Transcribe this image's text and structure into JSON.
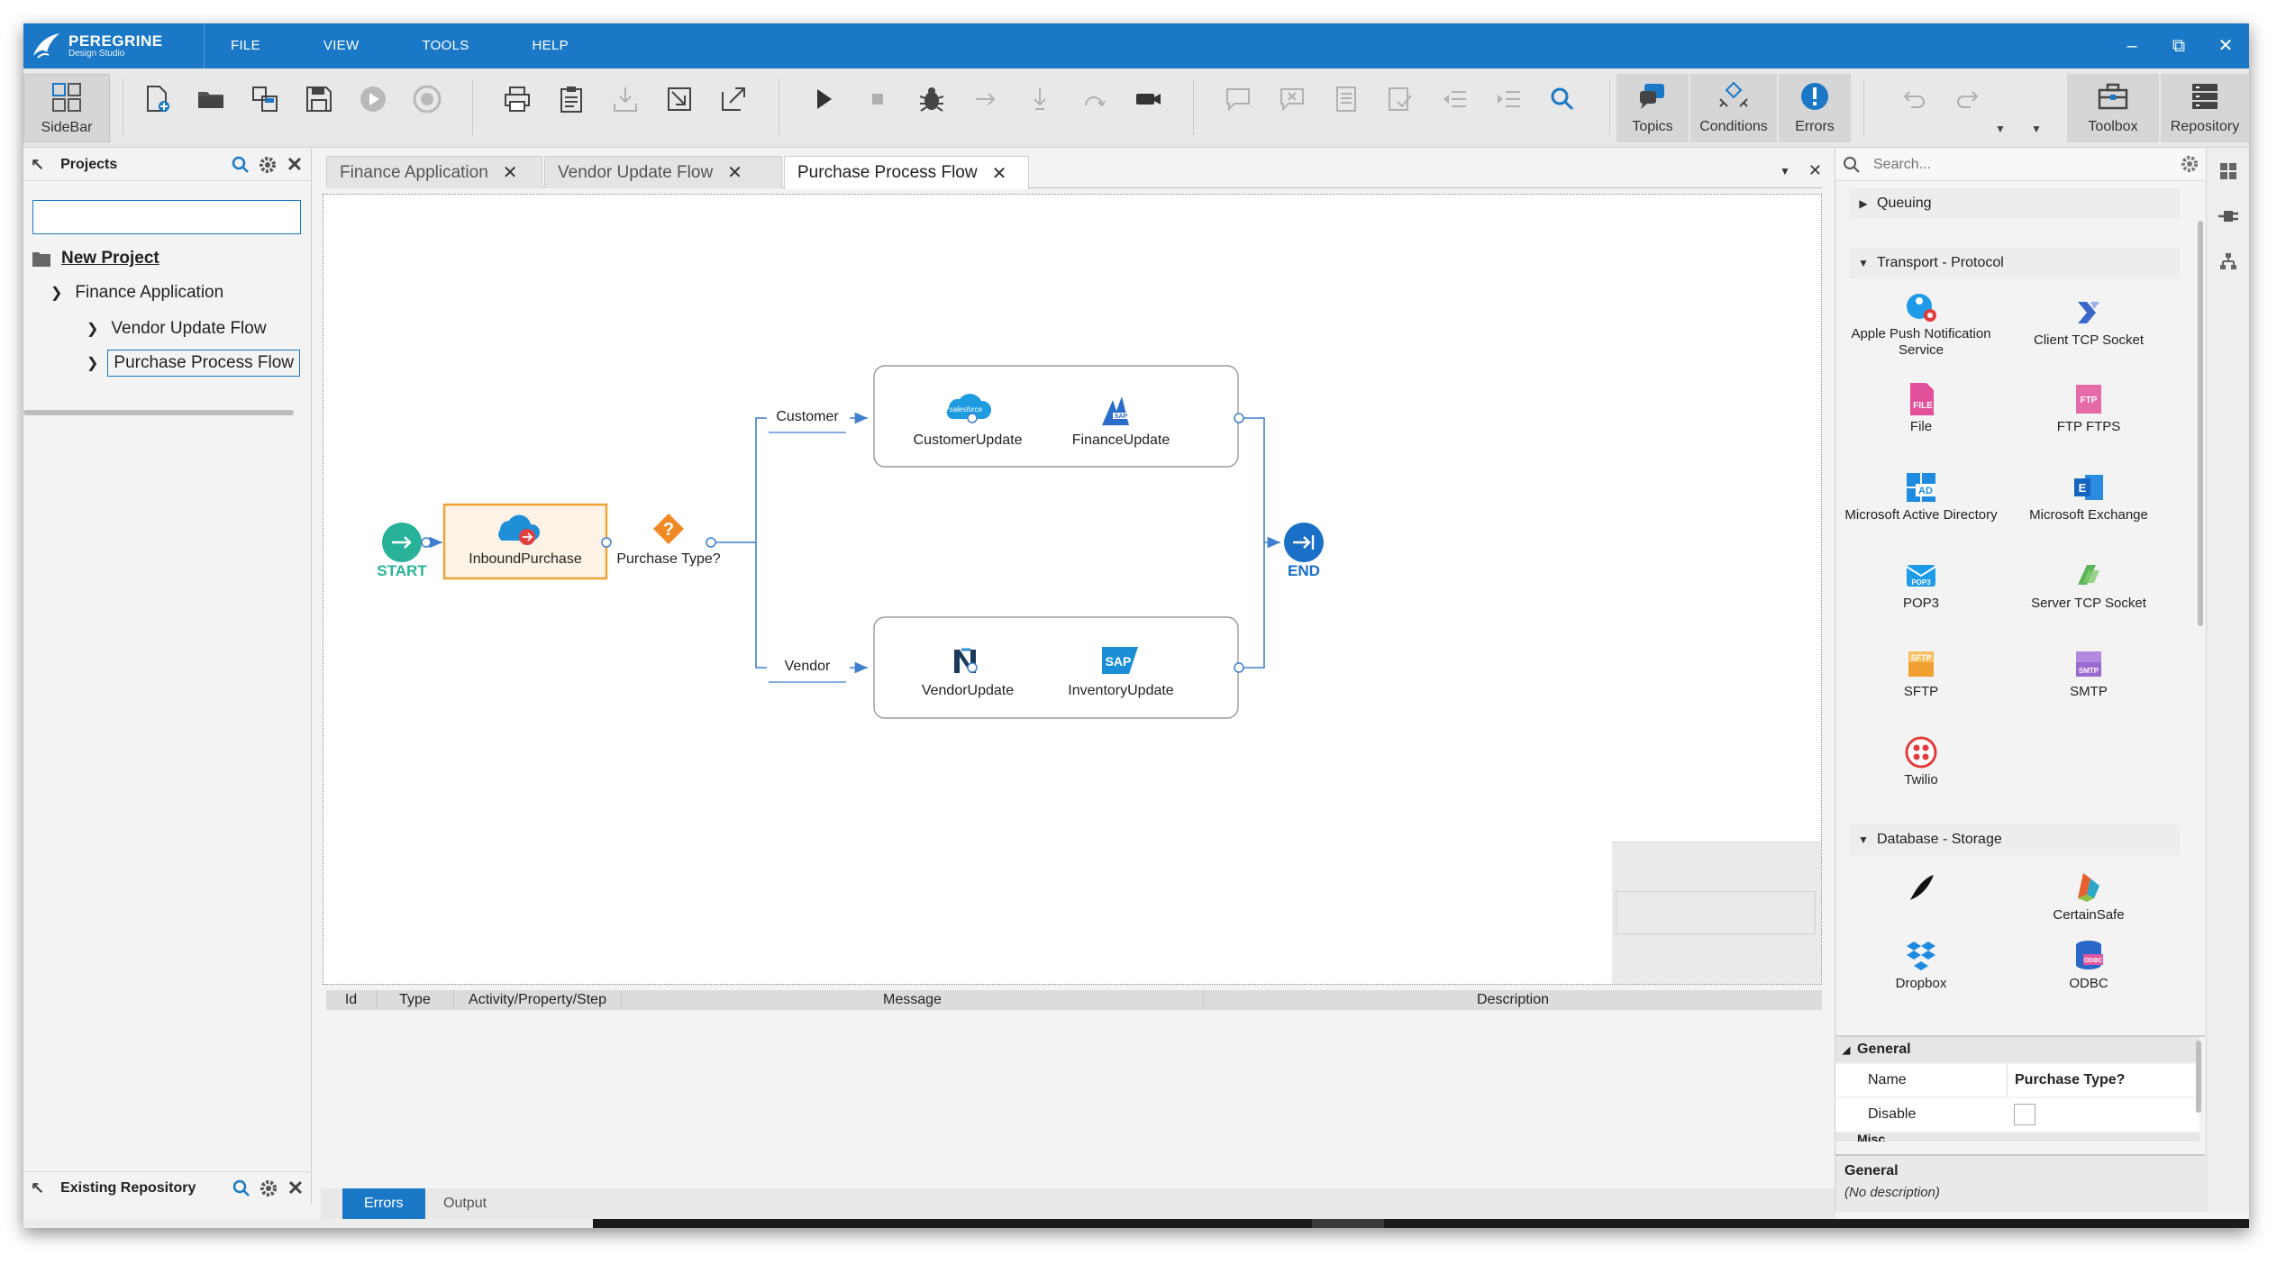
{
  "app": {
    "logo_title": "PEREGRINE",
    "logo_subtitle": "Design Studio",
    "brand_color": "#1a78c6"
  },
  "menu": [
    "FILE",
    "VIEW",
    "TOOLS",
    "HELP"
  ],
  "window_controls": [
    "minimize-icon",
    "restore-icon",
    "close-icon"
  ],
  "toolbar": {
    "sidebar_label": "SideBar",
    "topics_label": "Topics",
    "conditions_label": "Conditions",
    "errors_label": "Errors",
    "toolbox_label": "Toolbox",
    "repository_label": "Repository"
  },
  "projects_panel": {
    "title": "Projects",
    "search_value": "",
    "tree": [
      {
        "label": "New Project",
        "level": 0
      },
      {
        "label": "Finance Application",
        "level": 1
      },
      {
        "label": "Vendor Update Flow",
        "level": 2
      },
      {
        "label": "Purchase Process Flow",
        "level": 2
      }
    ]
  },
  "repository_panel": {
    "title": "Existing Repository"
  },
  "tabs": [
    {
      "label": "Finance Application",
      "active": false
    },
    {
      "label": "Vendor Update Flow",
      "active": false
    },
    {
      "label": "Purchase Process Flow",
      "active": true
    }
  ],
  "diagram": {
    "start": "START",
    "end": "END",
    "inbound": "InboundPurchase",
    "decision": "Purchase Type?",
    "branch_customer": "Customer",
    "branch_vendor": "Vendor",
    "customer_update": "CustomerUpdate",
    "finance_update": "FinanceUpdate",
    "vendor_update": "VendorUpdate",
    "inventory_update": "InventoryUpdate",
    "salesforce_text": "salesforce",
    "sap_text": "SAP",
    "decision_mark": "?"
  },
  "errors_grid": {
    "columns": [
      "Id",
      "Type",
      "Activity/Property/Step",
      "Message",
      "Description"
    ]
  },
  "bottom_tabs": [
    {
      "label": "Errors",
      "active": true
    },
    {
      "label": "Output",
      "active": false
    }
  ],
  "toolbox": {
    "search_placeholder": "Search...",
    "sections": {
      "queuing": "Queuing",
      "transport": "Transport - Protocol",
      "database": "Database - Storage"
    },
    "transport_items": [
      "Apple Push Notification Service",
      "Client TCP Socket",
      "File",
      "FTP FTPS",
      "Microsoft Active Directory",
      "Microsoft Exchange",
      "POP3",
      "Server TCP Socket",
      "SFTP",
      "SMTP",
      "Twilio"
    ],
    "database_items": [
      "",
      "CertainSafe",
      "Dropbox",
      "ODBC"
    ],
    "icon_text": {
      "file": "FILE",
      "ftp": "FTP",
      "ad": "AD",
      "pop3": "POP3",
      "sftp": "SFTP",
      "smtp": "SMTP",
      "odbc": "ODBC"
    }
  },
  "properties": {
    "section": "General",
    "name_label": "Name",
    "name_value": "Purchase Type?",
    "disable_label": "Disable",
    "misc_label": "Misc",
    "desc_title": "General",
    "desc_text": "(No description)"
  }
}
